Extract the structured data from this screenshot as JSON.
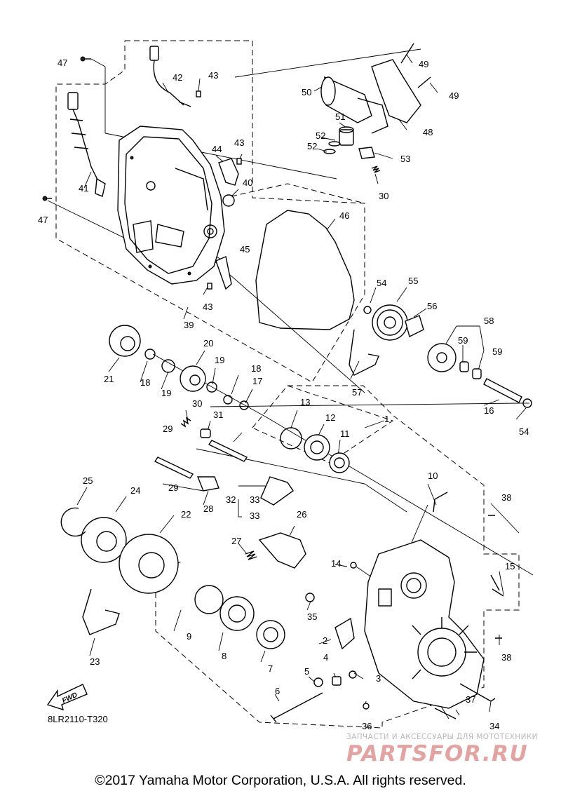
{
  "diagram": {
    "callouts": [
      "1",
      "2",
      "3",
      "4",
      "5",
      "6",
      "7",
      "8",
      "9",
      "10",
      "11",
      "12",
      "13",
      "14",
      "15",
      "16",
      "17",
      "18",
      "18",
      "19",
      "19",
      "20",
      "21",
      "22",
      "23",
      "24",
      "25",
      "26",
      "27",
      "28",
      "29",
      "29",
      "30",
      "30",
      "31",
      "32",
      "33",
      "33",
      "34",
      "35",
      "36",
      "37",
      "38",
      "38",
      "39",
      "40",
      "41",
      "42",
      "43",
      "43",
      "43",
      "44",
      "45",
      "46",
      "47",
      "47",
      "48",
      "49",
      "49",
      "50",
      "51",
      "52",
      "52",
      "53",
      "54",
      "54",
      "55",
      "56",
      "57",
      "58",
      "59",
      "59"
    ],
    "fwd_label": "FWD",
    "reference_code": "8LR2110-T320"
  },
  "watermark": {
    "tagline": "ЗАПЧАСТИ И АКСЕССУАРЫ ДЛЯ МОТОТЕХНИКИ",
    "logo_text": "PARTSFOR.RU",
    "color": "#e2a3a3"
  },
  "footer": {
    "copyright": "©2017 Yamaha Motor Corporation, U.S.A. All rights reserved."
  }
}
